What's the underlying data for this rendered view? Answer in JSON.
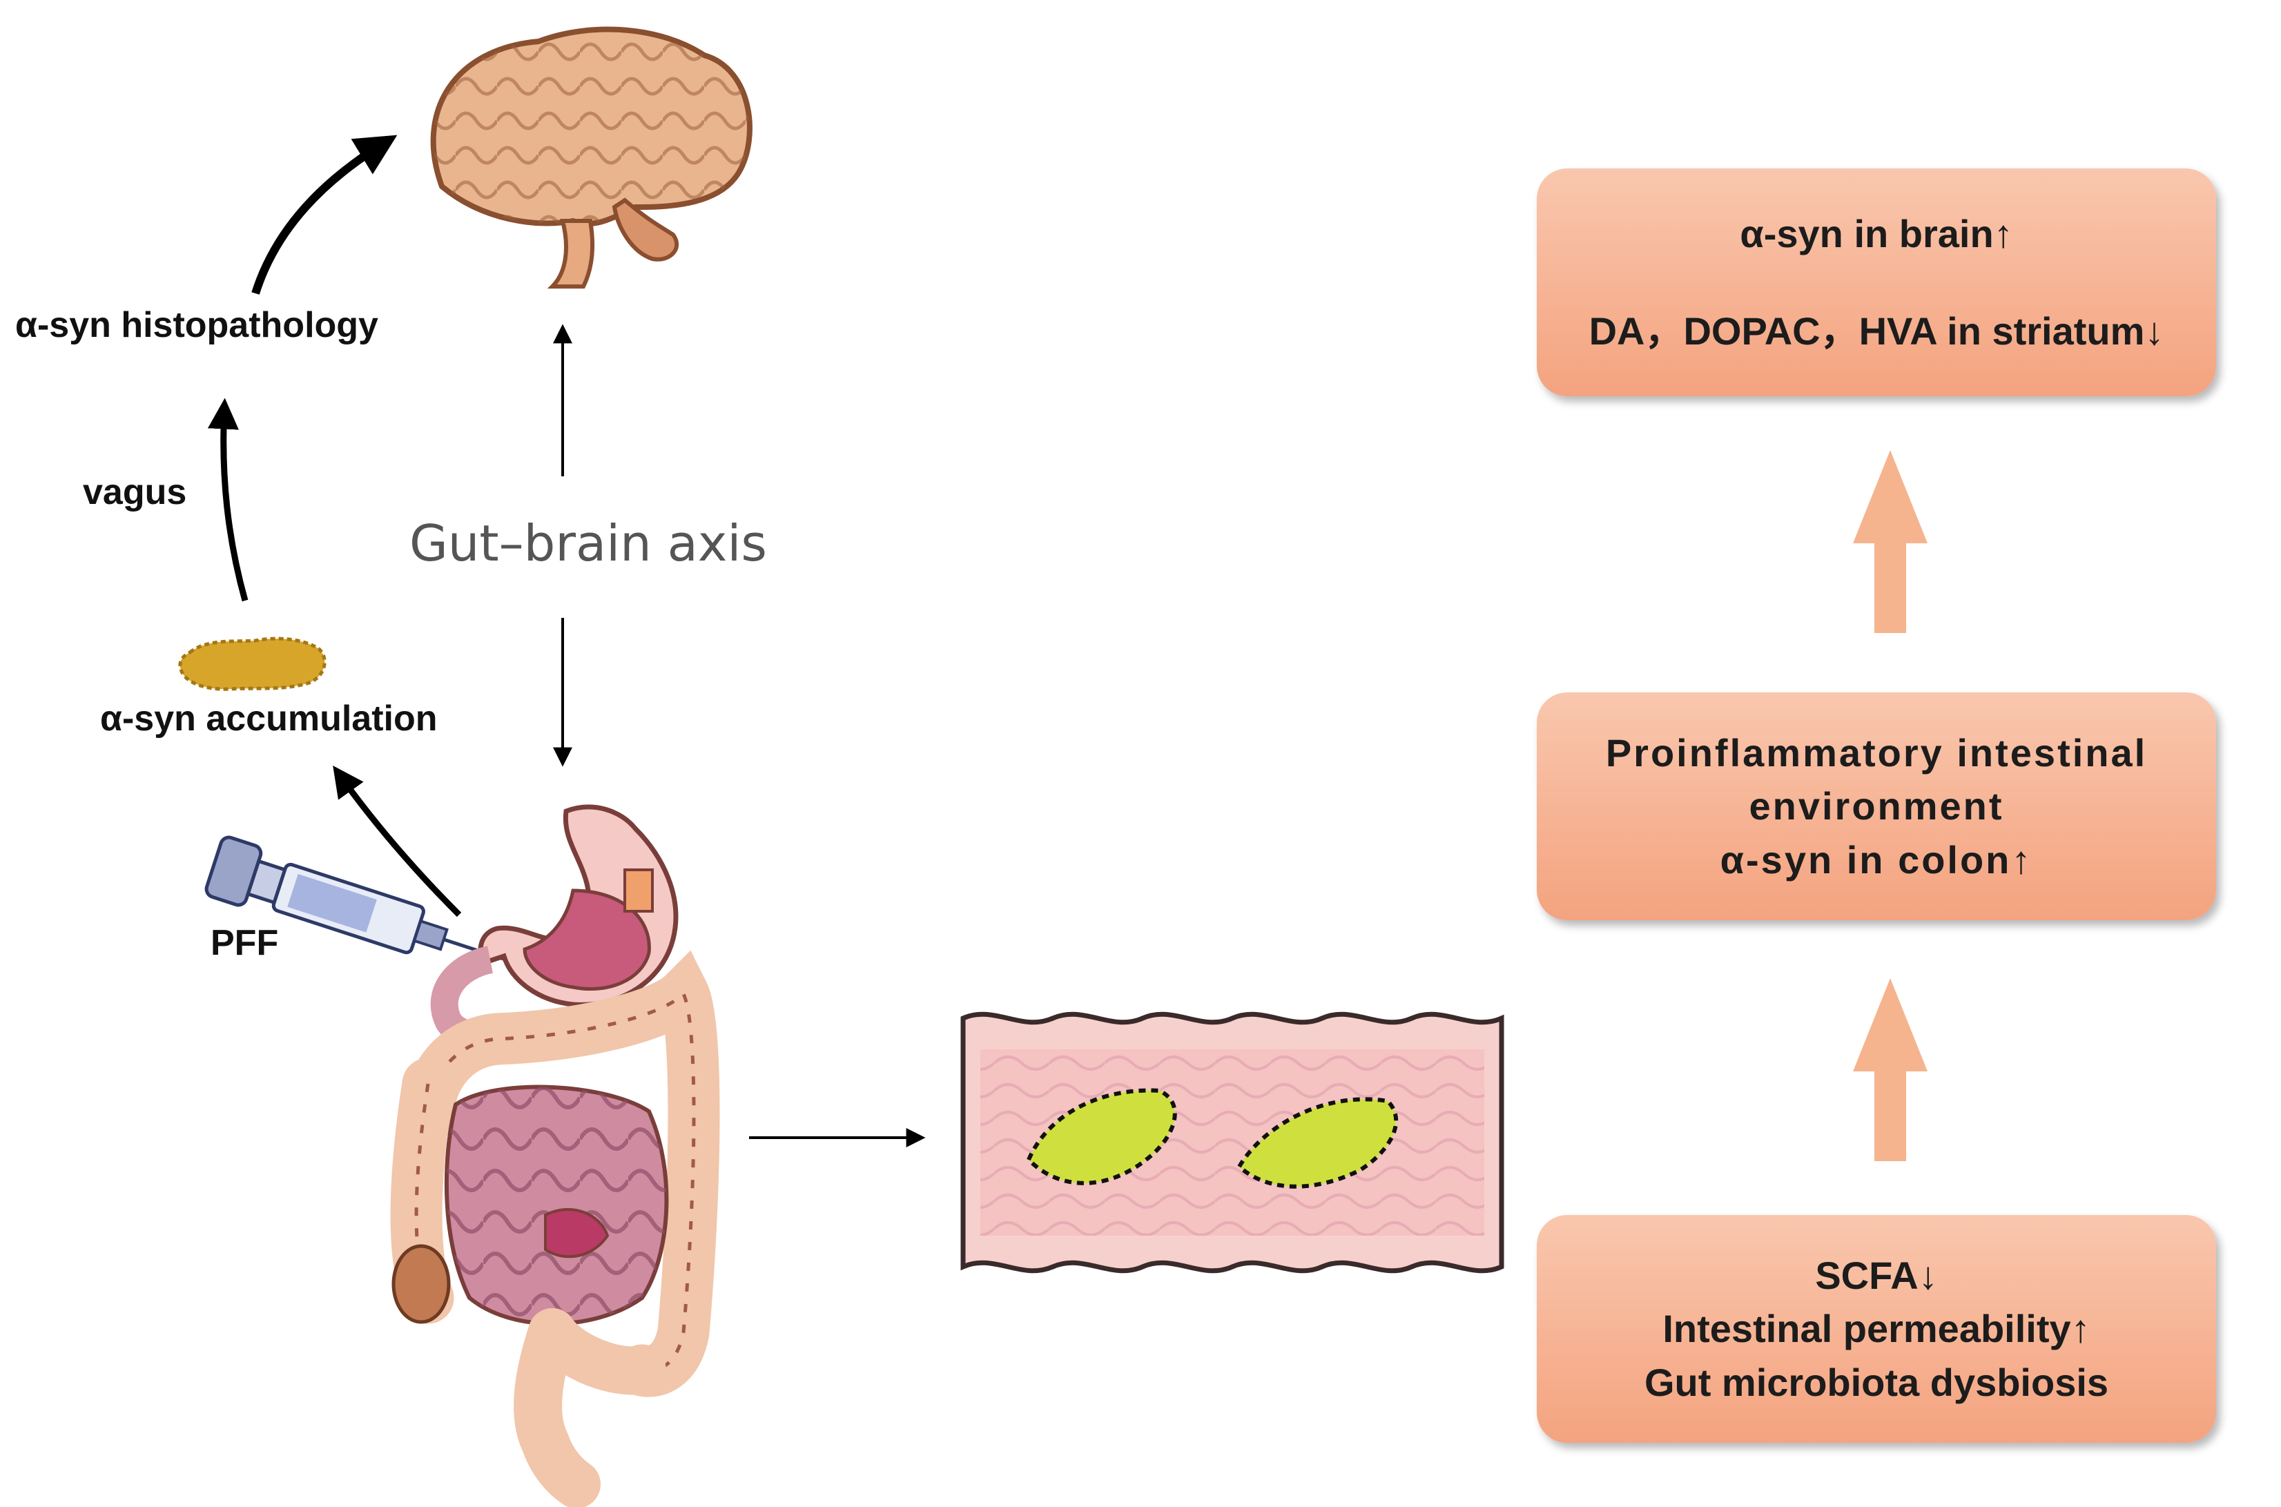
{
  "labels": {
    "histopathology": "α-syn histopathology",
    "vagus": "vagus",
    "gut_brain_axis": "Gut–brain axis",
    "accumulation": "α-syn accumulation",
    "pff": "PFF"
  },
  "boxes": {
    "brain": {
      "line1": "α-syn in brain↑",
      "line2": "DA，DOPAC，HVA in striatum↓"
    },
    "colon": {
      "line1": "Proinflammatory intestinal",
      "line2": "environment",
      "line3": "α-syn in colon↑"
    },
    "gut": {
      "line1": "SCFA↓",
      "line2": "Intestinal permeability↑",
      "line3": "Gut microbiota dysbiosis"
    }
  },
  "colors": {
    "box_fill": "#f6b091",
    "box_arrow": "#f5b48e",
    "brain": "#e7b08a",
    "aggregate": "#d6a52a",
    "bacteria": "#cfe03e",
    "intestine": "#f2c1b2",
    "stomach": "#c85a7b"
  },
  "icons": [
    "brain-icon",
    "alpha-syn-aggregate-icon",
    "syringe-icon",
    "digestive-system-icon",
    "intestinal-segment-icon",
    "bacteria-icon"
  ]
}
